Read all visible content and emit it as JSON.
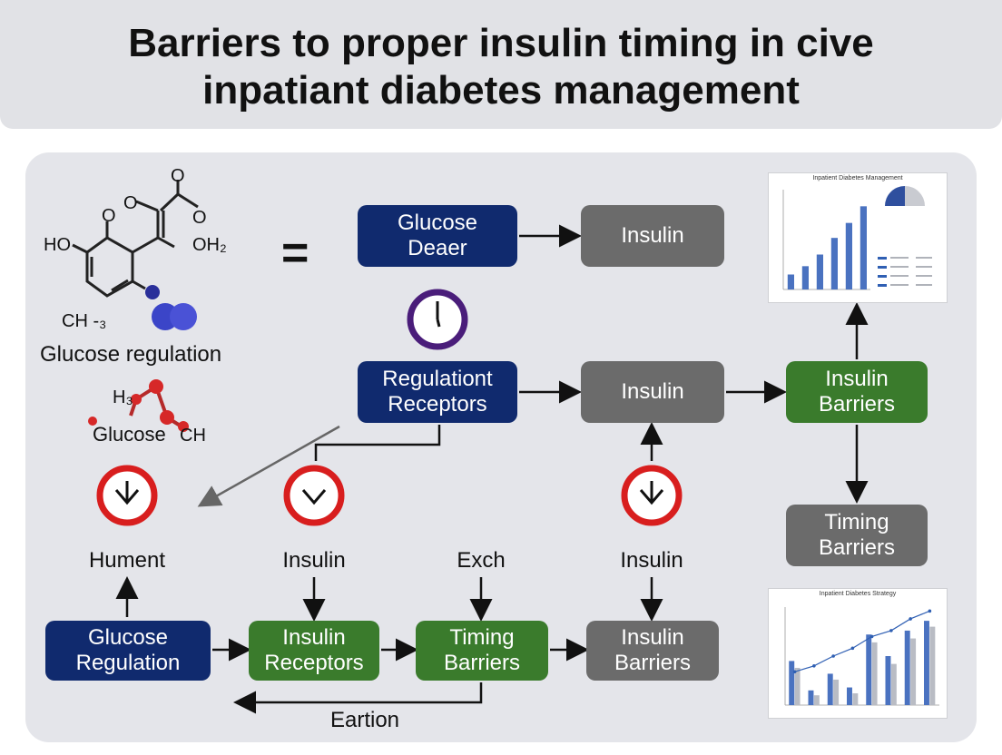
{
  "title": {
    "line1": "Barriers to proper insulin timing in cive",
    "line2": "inpatiant diabetes management"
  },
  "molecule": {
    "atom_ho": "HO",
    "atom_o1": "O",
    "atom_o2": "O",
    "atom_o3": "O",
    "atom_oh2": "OH₂",
    "atom_ch": "CH -₃",
    "atom_o4": "O",
    "caption": "Glucose regulation",
    "atom_h": "H₃",
    "small_caption_a": "Glucose",
    "small_caption_b": "CH"
  },
  "equals_sign": "=",
  "boxes": {
    "glucose_deaer": "Glucose\nDeaer",
    "insulin_top": "Insulin",
    "regulation_receptors": "Regulationt\nReceptors",
    "insulin_mid": "Insulin",
    "insulin_barriers_right": "Insulin\nBarriers",
    "timing_barriers_right": "Timing\nBarriers",
    "glucose_regulation": "Glucose\nRegulation",
    "insulin_receptors": "Insulin\nReceptors",
    "timing_barriers_bottom": "Timing\nBarriers",
    "insulin_barriers_bottom": "Insulin\nBarriers"
  },
  "labels": {
    "hument": "Hument",
    "insulin_a": "Insulin",
    "exch": "Exch",
    "insulin_b": "Insulin",
    "eartion": "Eartion"
  },
  "charts": {
    "top_title": "Inpatient Diabetes Management",
    "bottom_title": "Inpatient Diabetes Strategy"
  },
  "chart_data": [
    {
      "type": "bar",
      "title": "Inpatient Diabetes Management",
      "series": [
        {
          "values": [
            18,
            28,
            42,
            62,
            80,
            100
          ]
        }
      ],
      "ylim": [
        0,
        120
      ],
      "colors": [
        "#4a72c0"
      ]
    },
    {
      "type": "bar",
      "title": "Inpatient Diabetes Strategy",
      "series": [
        {
          "values": [
            45,
            15,
            32,
            18,
            72,
            50,
            76,
            86
          ]
        },
        {
          "values": [
            38,
            10,
            26,
            12,
            64,
            42,
            68,
            80
          ]
        }
      ],
      "line": [
        34,
        40,
        50,
        58,
        70,
        76,
        88,
        96
      ],
      "ylim": [
        0,
        100
      ],
      "colors": [
        "#4a72c0",
        "#b9bcc4"
      ]
    }
  ],
  "colors": {
    "navy": "#102a6e",
    "green": "#3a7b2c",
    "grey": "#6b6b6b",
    "clock_red": "#d81e1e",
    "clock_purple": "#4a1d7a",
    "panel": "#e4e5ea"
  }
}
